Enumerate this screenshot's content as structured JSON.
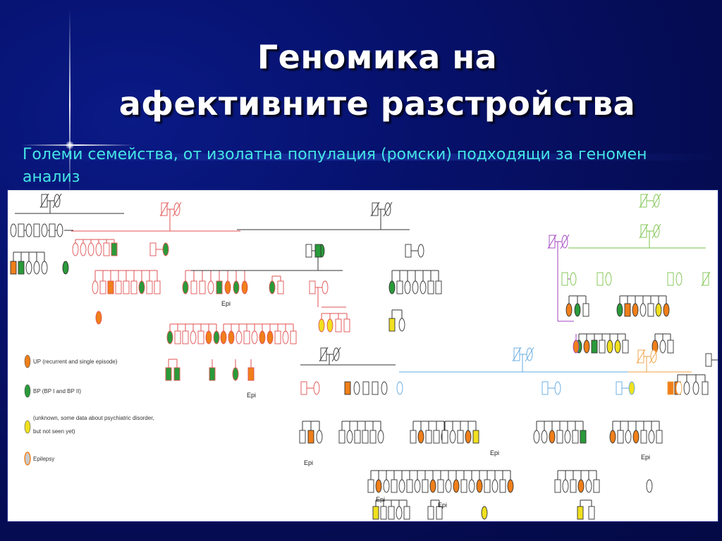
{
  "slide": {
    "title_line1": "Геномика на",
    "title_line2": "афективните разстройства",
    "subtitle": "Големи семейства, от изолатна популация (ромски) подходящи за геномен анализ"
  },
  "pedigree": {
    "legend": [
      {
        "label": "UP (recurrent and single episode)",
        "color": "#f07f1a"
      },
      {
        "label": "BP (BP I and BP II)",
        "color": "#2a9a3a"
      },
      {
        "label": "(unknown, some data about psychiatric disorder,",
        "color": "#f0e020"
      },
      {
        "label": "but not seen yet)",
        "color": ""
      },
      {
        "label": "Epilepsy",
        "color": "#c9c9c9"
      }
    ],
    "epi_label": "Epi",
    "colors": {
      "up": "#f07f1a",
      "bp": "#2a9a3a",
      "unknown": "#f0e020",
      "line_black": "#333333",
      "line_red": "#e05050",
      "line_green": "#7ac24a",
      "line_purple": "#a040c0",
      "line_blue": "#60a8e0",
      "line_orange": "#f0a040"
    }
  }
}
